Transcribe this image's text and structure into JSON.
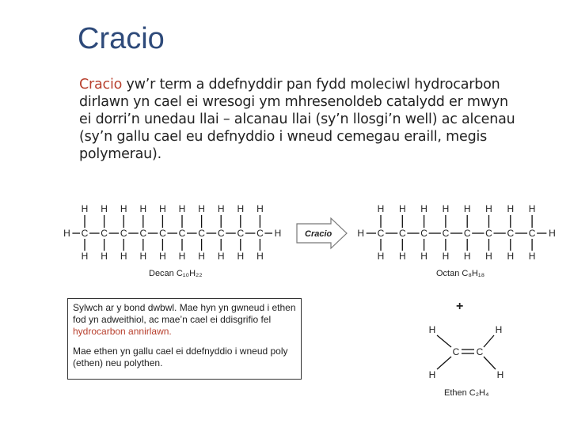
{
  "slide": {
    "title": "Cracio",
    "intro": {
      "highlight": "Cracio",
      "text": " yw’r term a ddefnyddir pan fydd moleciwl hydrocarbon dirlawn yn cael ei wresogi ym mhresenoldeb catalydd er mwyn ei dorri’n unedau llai – alcanau llai (sy’n llosgi’n well) ac alcenau (sy’n gallu cael eu defnyddio i wneud cemegau eraill, megis polymerau)."
    }
  },
  "reaction": {
    "arrow_label": "Cracio",
    "plus": "+",
    "atom_H": "H",
    "atom_C": "C",
    "decane_label": "Decan C₁₀H₂₂",
    "octane_label": "Octan C₈H₁₈",
    "ethene_label": "Ethen C₂H₄"
  },
  "note": {
    "p1_text": "Sylwch ar y bond dwbwl. Mae hyn yn gwneud i ethen fod yn adweithiol, ac mae’n cael ei ddisgrifio fel ",
    "p1_highlight": "hydrocarbon annirlawn.",
    "p2_text": "Mae ethen yn gallu cael ei ddefnyddio i wneud poly (ethen) neu polythen."
  },
  "colors": {
    "title": "#2e4a7a",
    "highlight": "#b8402e"
  }
}
